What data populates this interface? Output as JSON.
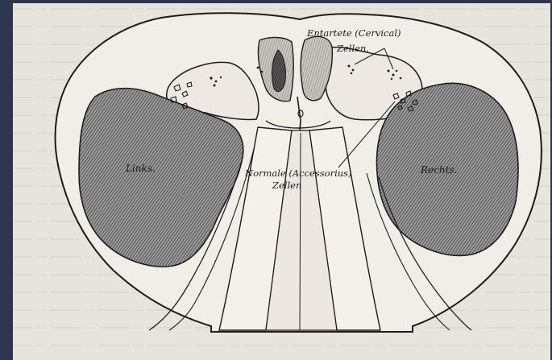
{
  "figure": {
    "labels": {
      "cervical_line1": "Entartete (Cervical)",
      "cervical_line2": "Zellen.",
      "links": "Links.",
      "rechts": "Rechts.",
      "normale_line1": "Normale (Accessorius)",
      "normale_line2": "Zellen"
    }
  },
  "colors": {
    "background": "#2d3550",
    "paper": "#e6e3dd",
    "ink": "#1c1c1c",
    "shading": "#7a7a7a"
  }
}
